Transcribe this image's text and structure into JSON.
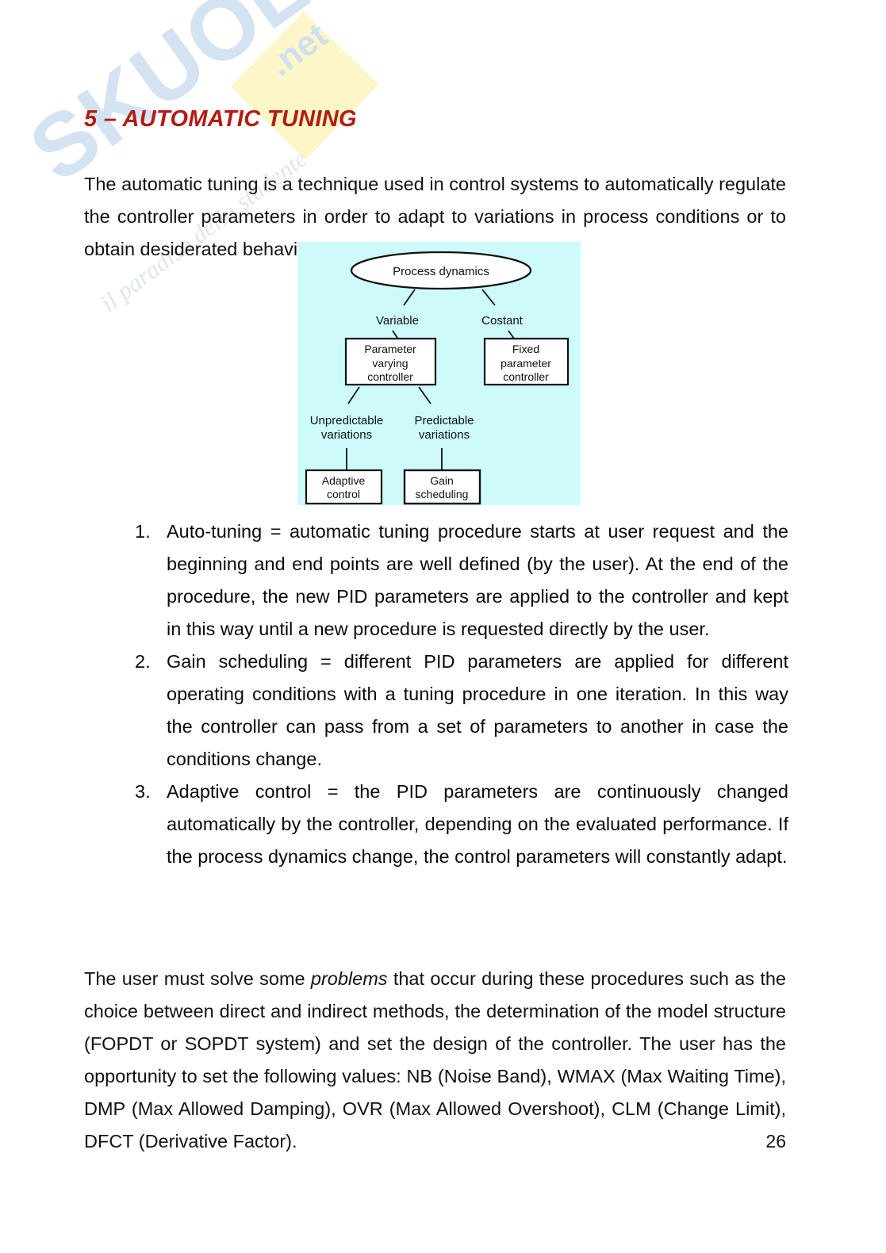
{
  "watermark": {
    "brand": "SKUOLA",
    "suffix": ".net",
    "tagline": "il paradiso dello studente",
    "brand_color": "#d3e3f2",
    "diamond_color": "#fdf6c8"
  },
  "document": {
    "title": "5 – AUTOMATIC TUNING",
    "title_color": "#b41b10",
    "page_number": "26",
    "intro_paragraph": "The automatic tuning is a technique used in control systems to automatically regulate the controller parameters in order to adapt to variations in process conditions or to obtain desiderated behaviours.",
    "closing_paragraph_part1": "The user must solve some ",
    "closing_paragraph_italic": "problems",
    "closing_paragraph_part2": " that occur during these procedures such as the choice between direct and indirect methods, the determination of the model structure (FOPDT or SOPDT system) and set the design of the controller. The user has the opportunity to set the following values: NB (Noise Band), WMAX (Max Waiting Time), DMP (Max Allowed Damping), OVR (Max Allowed Overshoot), CLM (Change Limit), DFCT (Derivative Factor).",
    "list": [
      {
        "marker": "1.",
        "text": "Auto-tuning = automatic tuning procedure starts at user request and the beginning and end points are well defined (by the user). At the end of the procedure, the new PID parameters are applied to the controller and kept in this way until a new procedure is requested directly by the user."
      },
      {
        "marker": "2.",
        "text": "Gain scheduling = different PID parameters are applied for different operating conditions with a tuning procedure in one iteration. In this way the controller can pass from a set of parameters to another in case the conditions change."
      },
      {
        "marker": "3.",
        "text": "Adaptive control = the PID parameters are continuously changed automatically by the controller, depending on the evaluated performance. If the process dynamics change, the control parameters will constantly adapt."
      }
    ]
  },
  "diagram": {
    "background_color": "#cdfbfb",
    "root_node": "Process dynamics",
    "edge_labels": {
      "left_branch": "Variable",
      "right_branch": "Costant",
      "left_sub_branch": "Unpredictable variations",
      "right_sub_branch": "Predictable variations"
    },
    "boxes": {
      "parameter_varying": [
        "Parameter",
        "varying",
        "controller"
      ],
      "fixed_parameter": [
        "Fixed",
        "parameter",
        "controller"
      ],
      "adaptive": [
        "Adaptive",
        "control"
      ],
      "gain_scheduling": [
        "Gain",
        "scheduling"
      ]
    }
  }
}
